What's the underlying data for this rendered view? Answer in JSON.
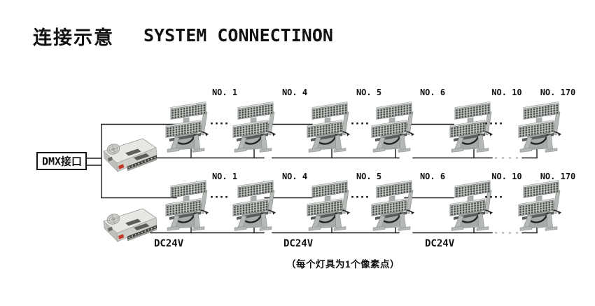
{
  "title": {
    "zh": "连接示意",
    "en": "SYSTEM CONNECTINON"
  },
  "dmx_label": "DMX接口",
  "rows": [
    {
      "fixture_labels": [
        "NO. 1",
        "NO. 4",
        "NO. 5",
        "NO. 6",
        "NO. 10",
        "NO. 170"
      ]
    },
    {
      "fixture_labels": [
        "NO. 1",
        "NO. 4",
        "NO. 5",
        "NO. 6",
        "NO. 10",
        "NO. 170"
      ],
      "dc24v_labels": [
        "DC24V",
        "DC24V",
        "DC24V"
      ]
    }
  ],
  "footnote": "（每个灯具为1个像素点）",
  "colors": {
    "line": "#1a1a1a",
    "text": "#111111",
    "fixture_body": "#c6cac6",
    "fixture_edge": "#777b77",
    "led": "#4a4e4a",
    "base_gray": "#b6bab6",
    "dark_bar": "#595d59",
    "psu_top": "#e7e7e4",
    "psu_front": "#cfcfcb",
    "psu_side": "#bfbfbb",
    "psu_vent": "#5d5d58",
    "psu_terminal": "#44443f",
    "psu_red": "#c4392c",
    "faint_dots": "#b3b3b3"
  }
}
